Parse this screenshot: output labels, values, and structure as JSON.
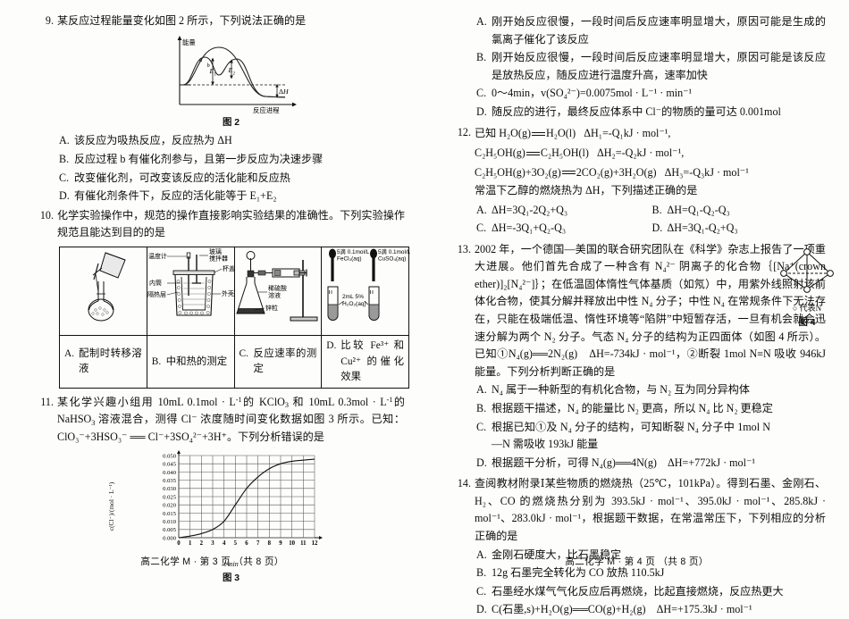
{
  "document": {
    "left_footer": "高二化学 M · 第 3 页 （共 8 页）",
    "right_footer": "高二化学 M · 第 4 页 （共 8 页）"
  },
  "q9": {
    "number": "9.",
    "stem": "某反应过程能量变化如图 2 所示，下列说法正确的是",
    "figure_caption": "图 2",
    "figure": {
      "y_axis_label": "能量",
      "x_axis_label": "反应进程",
      "curve_a_label": "a",
      "curve_b_label": "b",
      "e1_label": "E₁",
      "e2_label": "E₂",
      "delta_h_label": "ΔH"
    },
    "options": [
      {
        "letter": "A.",
        "text": "该反应为吸热反应，反应热为 ΔH"
      },
      {
        "letter": "B.",
        "text": "反应过程 b 有催化剂参与，且第一步反应为决速步骤"
      },
      {
        "letter": "C.",
        "text": "改变催化剂，可改变该反应的活化能和反应热"
      },
      {
        "letter": "D.",
        "text": "有催化剂条件下，反应的活化能等于 E₁+E₂"
      }
    ]
  },
  "q10": {
    "number": "10.",
    "stem": "化学实验操作中，规范的操作直接影响实验结果的准确性。下列实验操作规范且能达到目的的是",
    "cells": [
      {
        "letter": "A.",
        "label": "配制时转移溶液",
        "apparatus": "beaker-pouring-into-volumetric-flask",
        "annotations": []
      },
      {
        "letter": "B.",
        "label": "中和热的测定",
        "apparatus": "calorimeter",
        "annotations": [
          "温度计",
          "玻璃搅拌器",
          "杯盖",
          "内筒",
          "隔热层",
          "外壳"
        ]
      },
      {
        "letter": "C.",
        "label": "反应速率的测定",
        "apparatus": "flask-with-gas-syringe",
        "annotations": [
          "稀硫酸溶液",
          "锌粒"
        ]
      },
      {
        "letter": "D.",
        "label": "比较 Fe³⁺ 和 Cu²⁺ 的催化效果",
        "apparatus": "two-test-tubes-with-droppers",
        "annotations": [
          "5滴 0.1mol/L FeCl₃(aq)",
          "5滴 0.1mol/L CuSO₄(aq)",
          "2mL 5% H₂O₂(aq)"
        ]
      }
    ]
  },
  "q11": {
    "number": "11.",
    "stem_part1": "某化学兴趣小组用 10mL 0.1mol · L",
    "stem_sup1": "-1",
    "stem_part2": "的 KClO",
    "stem_sub1": "3",
    "stem_part3": " 和 10mL 0.3mol · L",
    "stem_sup2": "-1",
    "stem_part4": "的 NaHSO",
    "stem_sub2": "3",
    "stem_part5": " 溶液混合，测得 Cl⁻ 浓度随时间变化数据如图 3 所示。已知：",
    "equation": "ClO₃⁻+3HSO₃⁻ ══ Cl⁻+3SO₄²⁻+3H⁺。",
    "stem_end": "下列分析错误的是",
    "figure_caption": "图 3",
    "options": [
      {
        "letter": "A.",
        "text": "刚开始反应很慢，一段时间后反应速率明显增大，原因可能是生成的氯离子催化了该反应"
      },
      {
        "letter": "B.",
        "text": "刚开始反应很慢，一段时间后反应速率明显增大，原因可能是该反应是放热反应，随反应进行温度升高，速率加快"
      },
      {
        "letter": "C.",
        "text": "0～4min，v(SO₄²⁻)=0.0075mol · L⁻¹ · min⁻¹"
      },
      {
        "letter": "D.",
        "text": "随反应的进行，最终反应体系中 Cl⁻的物质的量可达 0.001mol"
      }
    ]
  },
  "chart_data": {
    "type": "line",
    "title": "图 3",
    "xlabel": "t/min",
    "ylabel": "c(Cl⁻)/(mol · L⁻¹)",
    "xlim": [
      0,
      12
    ],
    "ylim": [
      0,
      0.05
    ],
    "grid": true,
    "xticks": [
      0,
      1,
      2,
      3,
      4,
      5,
      6,
      7,
      8,
      9,
      10,
      11,
      12
    ],
    "yticks": [
      0.0,
      0.005,
      0.01,
      0.015,
      0.02,
      0.025,
      0.03,
      0.035,
      0.04,
      0.045,
      0.05
    ],
    "series": [
      {
        "name": "c(Cl⁻)",
        "x": [
          0,
          1,
          2,
          3,
          4,
          5,
          6,
          7,
          8,
          9,
          10,
          11,
          12
        ],
        "values": [
          0.0,
          0.001,
          0.0025,
          0.005,
          0.01,
          0.02,
          0.03,
          0.037,
          0.042,
          0.045,
          0.0465,
          0.0472,
          0.0478
        ]
      }
    ]
  },
  "q12": {
    "number": "12.",
    "known_label": "已知",
    "equations": [
      {
        "lhs": "H₂O(g)",
        "rhs": "H₂O(l)",
        "dh": "ΔH₁=-Q₁kJ · mol⁻¹,"
      },
      {
        "lhs": "C₂H₅OH(g)",
        "rhs": "C₂H₅OH(l)",
        "dh": "ΔH₂=-Q₂kJ · mol⁻¹,"
      },
      {
        "lhs": "C₂H₅OH(g)+3O₂(g)",
        "rhs": "2CO₂(g)+3H₂O(g)",
        "dh": "ΔH₃=-Q₃kJ · mol⁻¹"
      }
    ],
    "stem_tail": "常温下乙醇的燃烧热为 ΔH，下列描述正确的是",
    "options": [
      {
        "letter": "A.",
        "text": "ΔH=3Q₁-2Q₂+Q₃"
      },
      {
        "letter": "B.",
        "text": "ΔH=Q₁-Q₂-Q₃"
      },
      {
        "letter": "C.",
        "text": "ΔH=-3Q₁+Q₂-Q₃"
      },
      {
        "letter": "D.",
        "text": "ΔH=3Q₁-Q₂+Q₃"
      }
    ]
  },
  "q13": {
    "number": "13.",
    "stem": "2002 年，一个德国—美国的联合研究团队在《科学》杂志上报告了一项重大进展。他们首先合成了一种含有 N₄²⁻ 阴离子的化合物｛[Na⁺(crown ether)]₂[N₄²⁻]｝；在低温固体惰性气体基质（如氖）中，用紫外线照射该前体化合物，使其分解并释放出中性 N₄ 分子；中性 N₄ 在常规条件下无法存在，只能在极端低温、惰性环境等“陷阱”中短暂存活，一旦有机会就会迅速分解为两个 N₂ 分子。气态 N₄ 分子的结构为正四面体（如图 4 所示）。已知①N₄(g)══2N₂(g)　ΔH=-734kJ · mol⁻¹，②断裂 1mol N≡N 吸收 946kJ 能量。下列分析判断正确的是",
    "figure_caption": "图 4",
    "figure_legend": "○ 代表N",
    "options": [
      {
        "letter": "A.",
        "text": "N₄ 属于一种新型的有机化合物，与 N₂ 互为同分异构体"
      },
      {
        "letter": "B.",
        "text": "根据题干描述，N₄ 的能量比 N₂ 更高，所以 N₄ 比 N₂ 更稳定"
      },
      {
        "letter": "C.",
        "text": "根据已知①及 N₄ 分子的结构，可知断裂 N₄ 分子中 1mol N—N 需吸收 193kJ 能量"
      },
      {
        "letter": "D.",
        "text": "根据题干分析，可得 N₄(g)══4N(g)　ΔH=+772kJ · mol⁻¹"
      }
    ]
  },
  "q14": {
    "number": "14.",
    "stem": "查阅教材附录Ⅰ某些物质的燃烧热（25℃，101kPa）。得到石墨、金刚石、H₂、CO 的燃烧热分别为 393.5kJ · mol⁻¹、395.0kJ · mol⁻¹、285.8kJ · mol⁻¹、283.0kJ · mol⁻¹，根据题干数据，在常温常压下，下列相应的分析正确的是",
    "options": [
      {
        "letter": "A.",
        "text": "金刚石硬度大，比石墨稳定"
      },
      {
        "letter": "B.",
        "text": "12g 石墨完全转化为 CO 放热 110.5kJ"
      },
      {
        "letter": "C.",
        "text": "石墨经水煤气气化反应后再燃烧，比起直接燃烧，反应热更大"
      },
      {
        "letter": "D.",
        "text": "C(石墨,s)+H₂O(g)══CO(g)+H₂(g)　ΔH=+175.3kJ · mol⁻¹"
      }
    ]
  }
}
